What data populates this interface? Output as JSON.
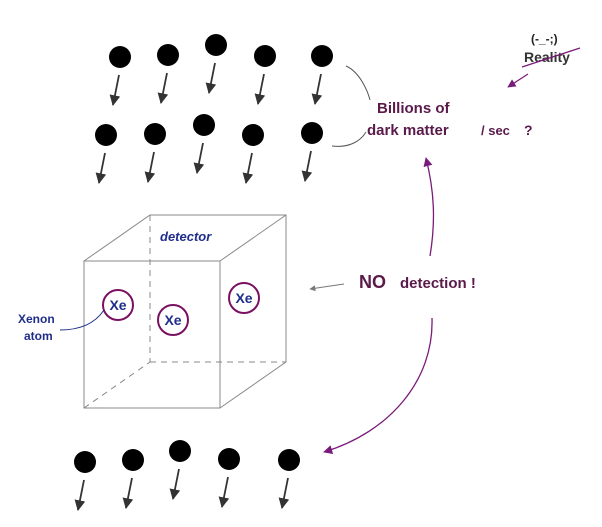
{
  "emoticon": "(-_-;)",
  "reality_label": "Reality",
  "dm_line1": "Billions of",
  "dm_line2": "dark matter",
  "dm_rate": "/ sec",
  "dm_question": "?",
  "detector_label": "detector",
  "xe_label": "Xe",
  "xenon_line1": "Xenon",
  "xenon_line2": "atom",
  "no_word": "NO",
  "detection_word": "detection !",
  "colors": {
    "purple_text": "#5a1a4a",
    "blue_text": "#1f2e8a",
    "xe_circle": "#7a1060",
    "arrow_purple": "#7a1a7a",
    "line_gray": "#777777",
    "particle": "#000000"
  }
}
